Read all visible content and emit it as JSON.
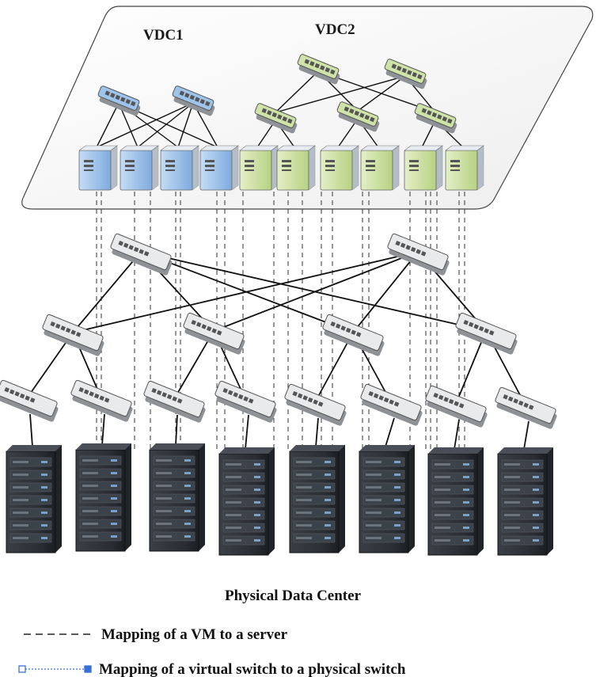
{
  "virtual_layer": {
    "vdcs": [
      {
        "label": "VDC1",
        "color": "#9ec4ec",
        "switches": 2,
        "vms": 4
      },
      {
        "label": "VDC2",
        "color": "#cfe3a8",
        "switches": 5,
        "vms": 6
      }
    ]
  },
  "physical_layer": {
    "caption": "Physical Data Center",
    "core_switches": 2,
    "aggregation_switches": 4,
    "edge_switches": 8,
    "server_racks": 8
  },
  "legend": {
    "items": [
      {
        "style": "dashed",
        "text": "Mapping of a VM to a server"
      },
      {
        "style": "dash-dot-blue",
        "text": "Mapping of a virtual switch to a physical switch"
      }
    ]
  },
  "colors": {
    "vdc1_vm": "#9ec4ec",
    "vdc2_vm": "#cfe3a8",
    "rack": "#2b2f35",
    "switch": "#e9eaec",
    "legend_blue": "#3a6fd8"
  }
}
